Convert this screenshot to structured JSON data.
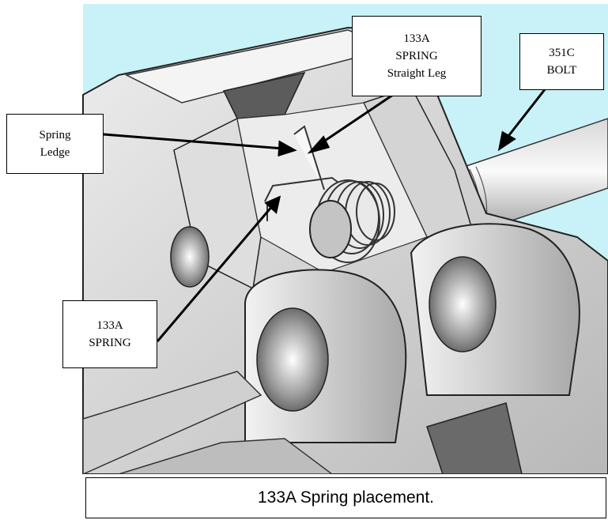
{
  "callouts": {
    "straight_leg": {
      "line1": "133A",
      "line2": "SPRING",
      "line3": "Straight Leg"
    },
    "bolt": {
      "line1": "351C",
      "line2": "BOLT"
    },
    "ledge": {
      "line1": "Spring",
      "line2": "Ledge"
    },
    "spring": {
      "line1": "133A",
      "line2": "SPRING"
    }
  },
  "caption": "133A Spring placement.",
  "colors": {
    "background": "#c8f2f8",
    "part_light": "#e6e6e6",
    "part_mid": "#b4b4b4",
    "part_dark": "#5c5c5c",
    "outline": "#000000"
  }
}
